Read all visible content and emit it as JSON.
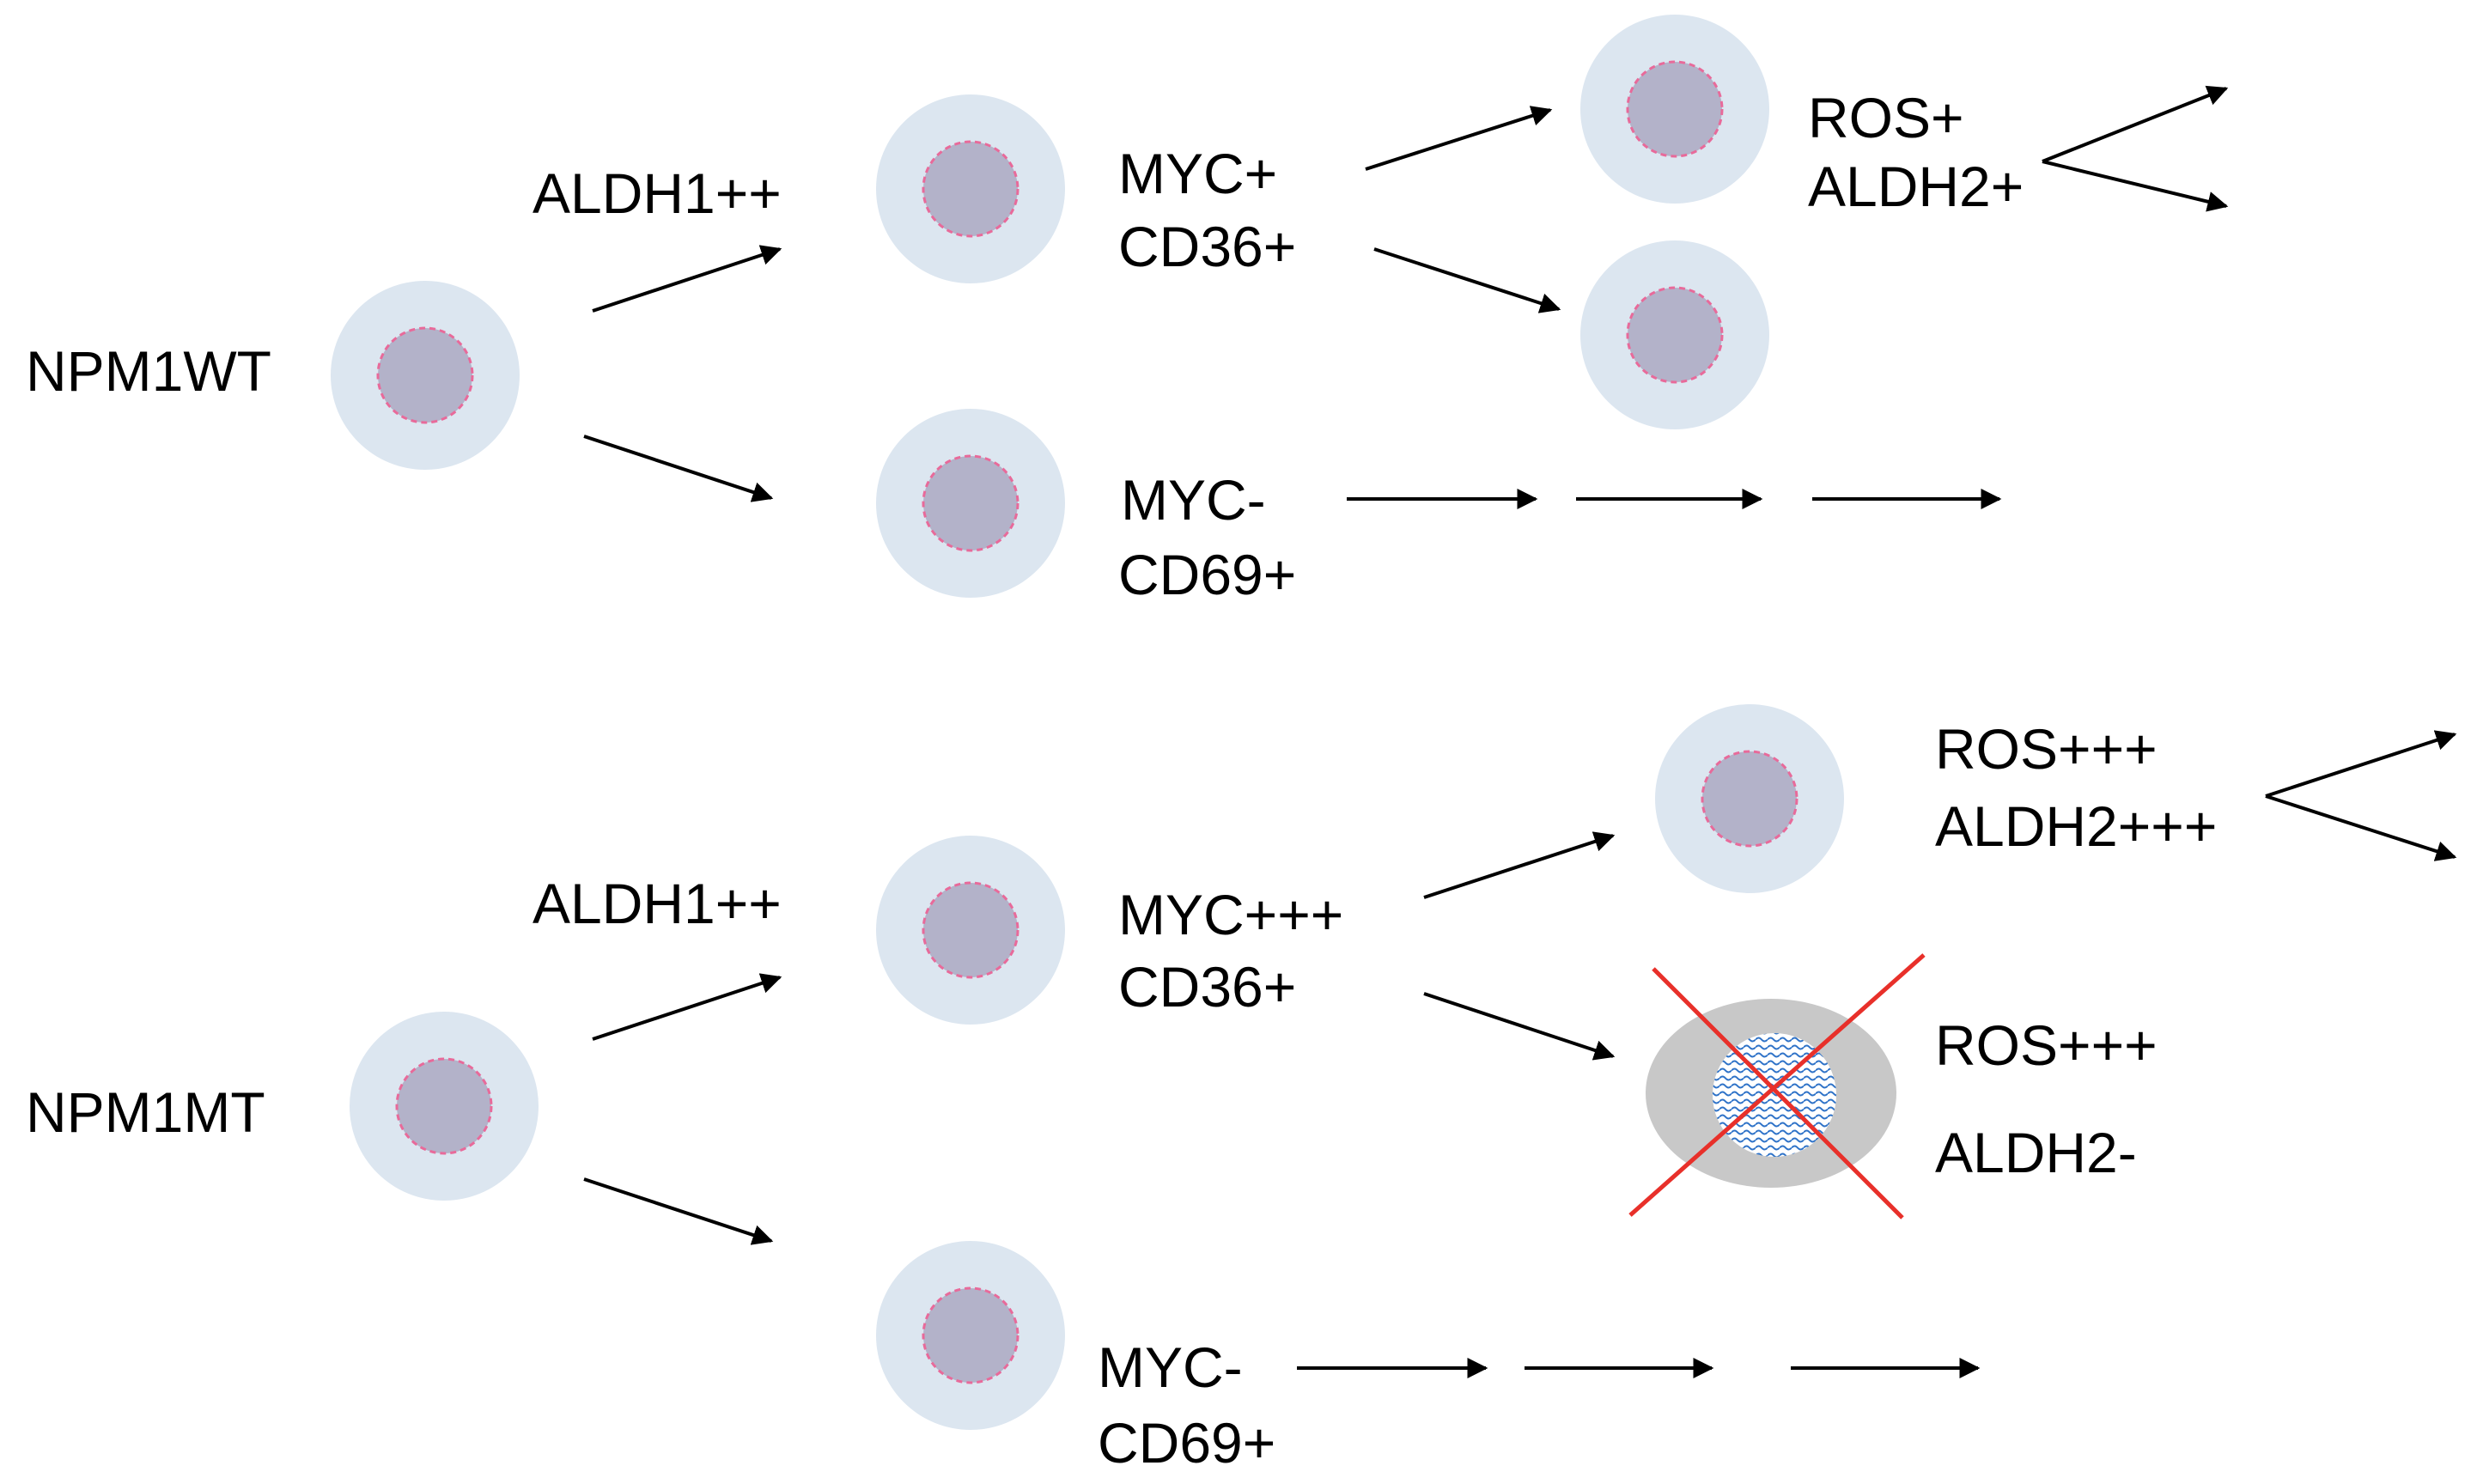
{
  "wt": {
    "start_label": "NPM1WT",
    "aldh1_label": "ALDH1++",
    "upper_line1": "MYC+",
    "upper_line2": "CD36+",
    "lower_line1": "MYC-",
    "lower_line2": "CD69+",
    "far_line1": "ROS+",
    "far_line2": "ALDH2+"
  },
  "mt": {
    "start_label": "NPM1MT",
    "aldh1_label": "ALDH1++",
    "upper_line1": "MYC+++",
    "upper_line2": "CD36+",
    "lower_line1": "MYC-",
    "lower_line2": "CD69+",
    "far_line1": "ROS+++",
    "far_line2": "ALDH2+++",
    "dead_line1": "ROS+++",
    "dead_line2": "ALDH2-"
  },
  "colors": {
    "cell_cytoplasm": "#dce6f0",
    "cell_nucleus": "#b3b2c9",
    "nucleus_border": "#e86a9a",
    "dead_cell": "#c8c8c8",
    "cross": "#e8302a"
  }
}
